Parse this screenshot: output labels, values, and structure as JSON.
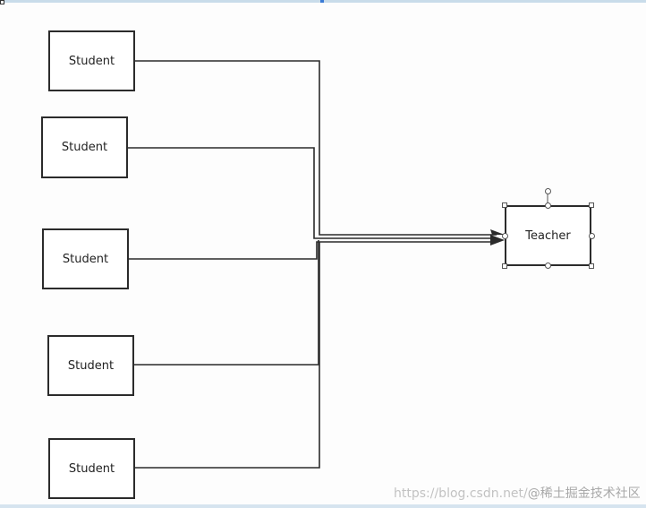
{
  "diagram": {
    "students": [
      {
        "label": "Student"
      },
      {
        "label": "Student"
      },
      {
        "label": "Student"
      },
      {
        "label": "Student"
      },
      {
        "label": "Student"
      }
    ],
    "teacher": {
      "label": "Teacher"
    }
  },
  "watermark": {
    "url": "https://blog.csdn.net/",
    "brand": "@稀土掘金技术社区"
  },
  "colors": {
    "line": "#2b2b2b",
    "frame": "#c9dcea"
  }
}
